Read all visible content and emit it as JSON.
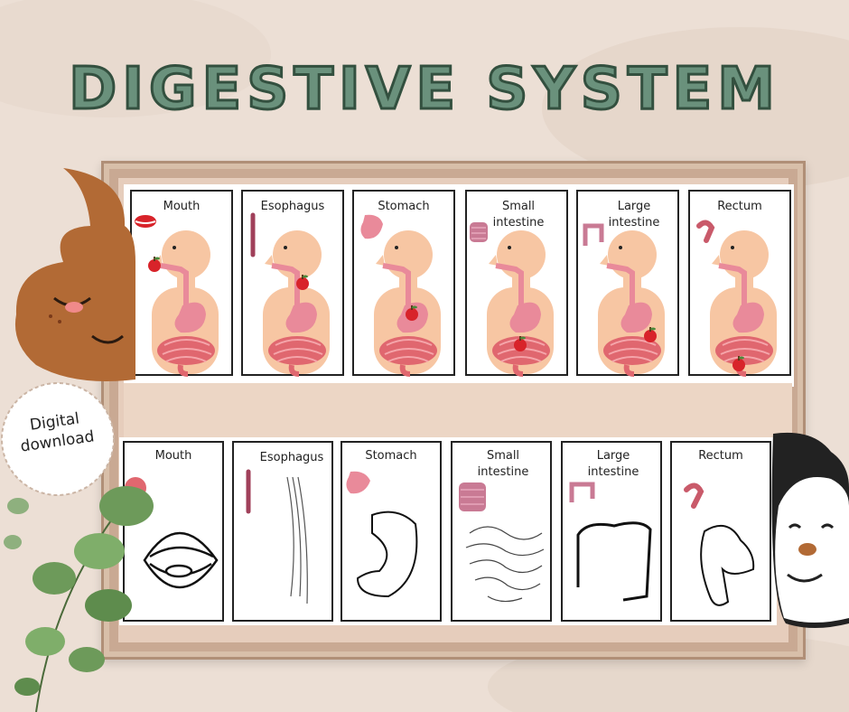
{
  "title": "DIGESTIVE SYSTEM",
  "badge": {
    "line1": "Digital",
    "line2": "download"
  },
  "top_row": [
    {
      "label": "Mouth"
    },
    {
      "label": "Esophagus"
    },
    {
      "label": "Stomach"
    },
    {
      "label": "Small intestine"
    },
    {
      "label": "Large intestine"
    },
    {
      "label": "Rectum"
    }
  ],
  "bottom_row": [
    {
      "label": "Mouth"
    },
    {
      "label": "Esophagus"
    },
    {
      "label": "Stomach"
    },
    {
      "label": "Small intestine"
    },
    {
      "label": "Large intestine"
    },
    {
      "label": "Rectum"
    }
  ],
  "colors": {
    "background": "#ecdfd5",
    "title_fill": "#6a917c",
    "title_stroke": "#33503f",
    "board": "#c9a993",
    "skin": "#f7c6a3",
    "organ_pink": "#e98a9a",
    "intestine_red": "#e0676f",
    "apple_red": "#d8232a",
    "poop_brown": "#b26a35",
    "leaf_green": "#6d9a5a"
  }
}
